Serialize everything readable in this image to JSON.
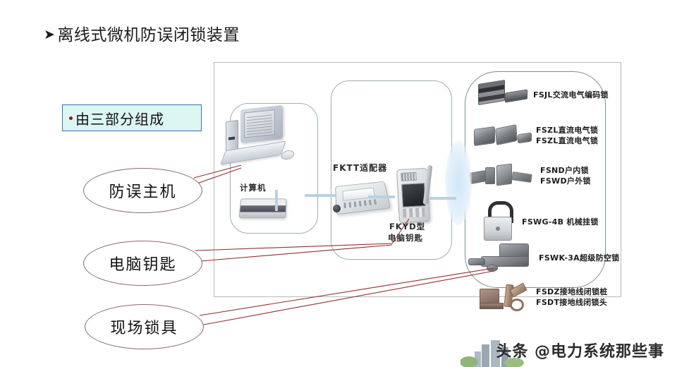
{
  "slide": {
    "title": "离线式微机防误闭锁装置",
    "title_marker": "➤"
  },
  "component_box": {
    "bullet": "•",
    "label": "由三部分组成"
  },
  "callouts": [
    {
      "name": "anti-misoperation-host",
      "label": "防误主机"
    },
    {
      "name": "computer-key",
      "label": "电脑钥匙"
    },
    {
      "name": "field-lock",
      "label": "现场锁具"
    }
  ],
  "diagram": {
    "groups": [
      {
        "name": "host-group",
        "devices": [
          {
            "name": "computer",
            "label": "计算机"
          },
          {
            "name": "printer",
            "label": ""
          }
        ]
      },
      {
        "name": "key-group",
        "devices": [
          {
            "name": "adapter",
            "label": "FKTT适配器"
          },
          {
            "name": "electronic-key",
            "label_line1": "FKYD型",
            "label_line2": "电脑钥匙"
          }
        ]
      },
      {
        "name": "locks-group",
        "items": [
          {
            "name": "fsjl-ac-coded-lock",
            "lines": [
              "FSJL交流电气编码锁"
            ]
          },
          {
            "name": "fszl-dc-electric-lock",
            "lines": [
              "FSZL直流电气锁",
              "FSZL直流电气锁"
            ]
          },
          {
            "name": "fsnd-fswd-lock",
            "lines": [
              "FSND户内锁",
              "FSWD户外锁"
            ]
          },
          {
            "name": "fswg-4b-padlock",
            "lines": [
              "FSWG-4B  机械挂锁"
            ]
          },
          {
            "name": "fswk-3a-lock",
            "lines": [
              "FSWK-3A超级防空锁"
            ]
          },
          {
            "name": "fsdz-fsdt-ground-lock",
            "lines": [
              "FSDZ接地线闭锁桩",
              "FSDT接地线闭锁头"
            ]
          }
        ]
      }
    ]
  },
  "watermark": {
    "text": "头条 @电力系统那些事"
  },
  "colors": {
    "callout_box_bg": "#dcf6f1",
    "callout_box_border": "#3b6fb5",
    "leader_line": "#8f3030",
    "frame_border": "#b9b9b9",
    "group_border": "#9fb0ad",
    "connector": "#b9d1e2"
  }
}
